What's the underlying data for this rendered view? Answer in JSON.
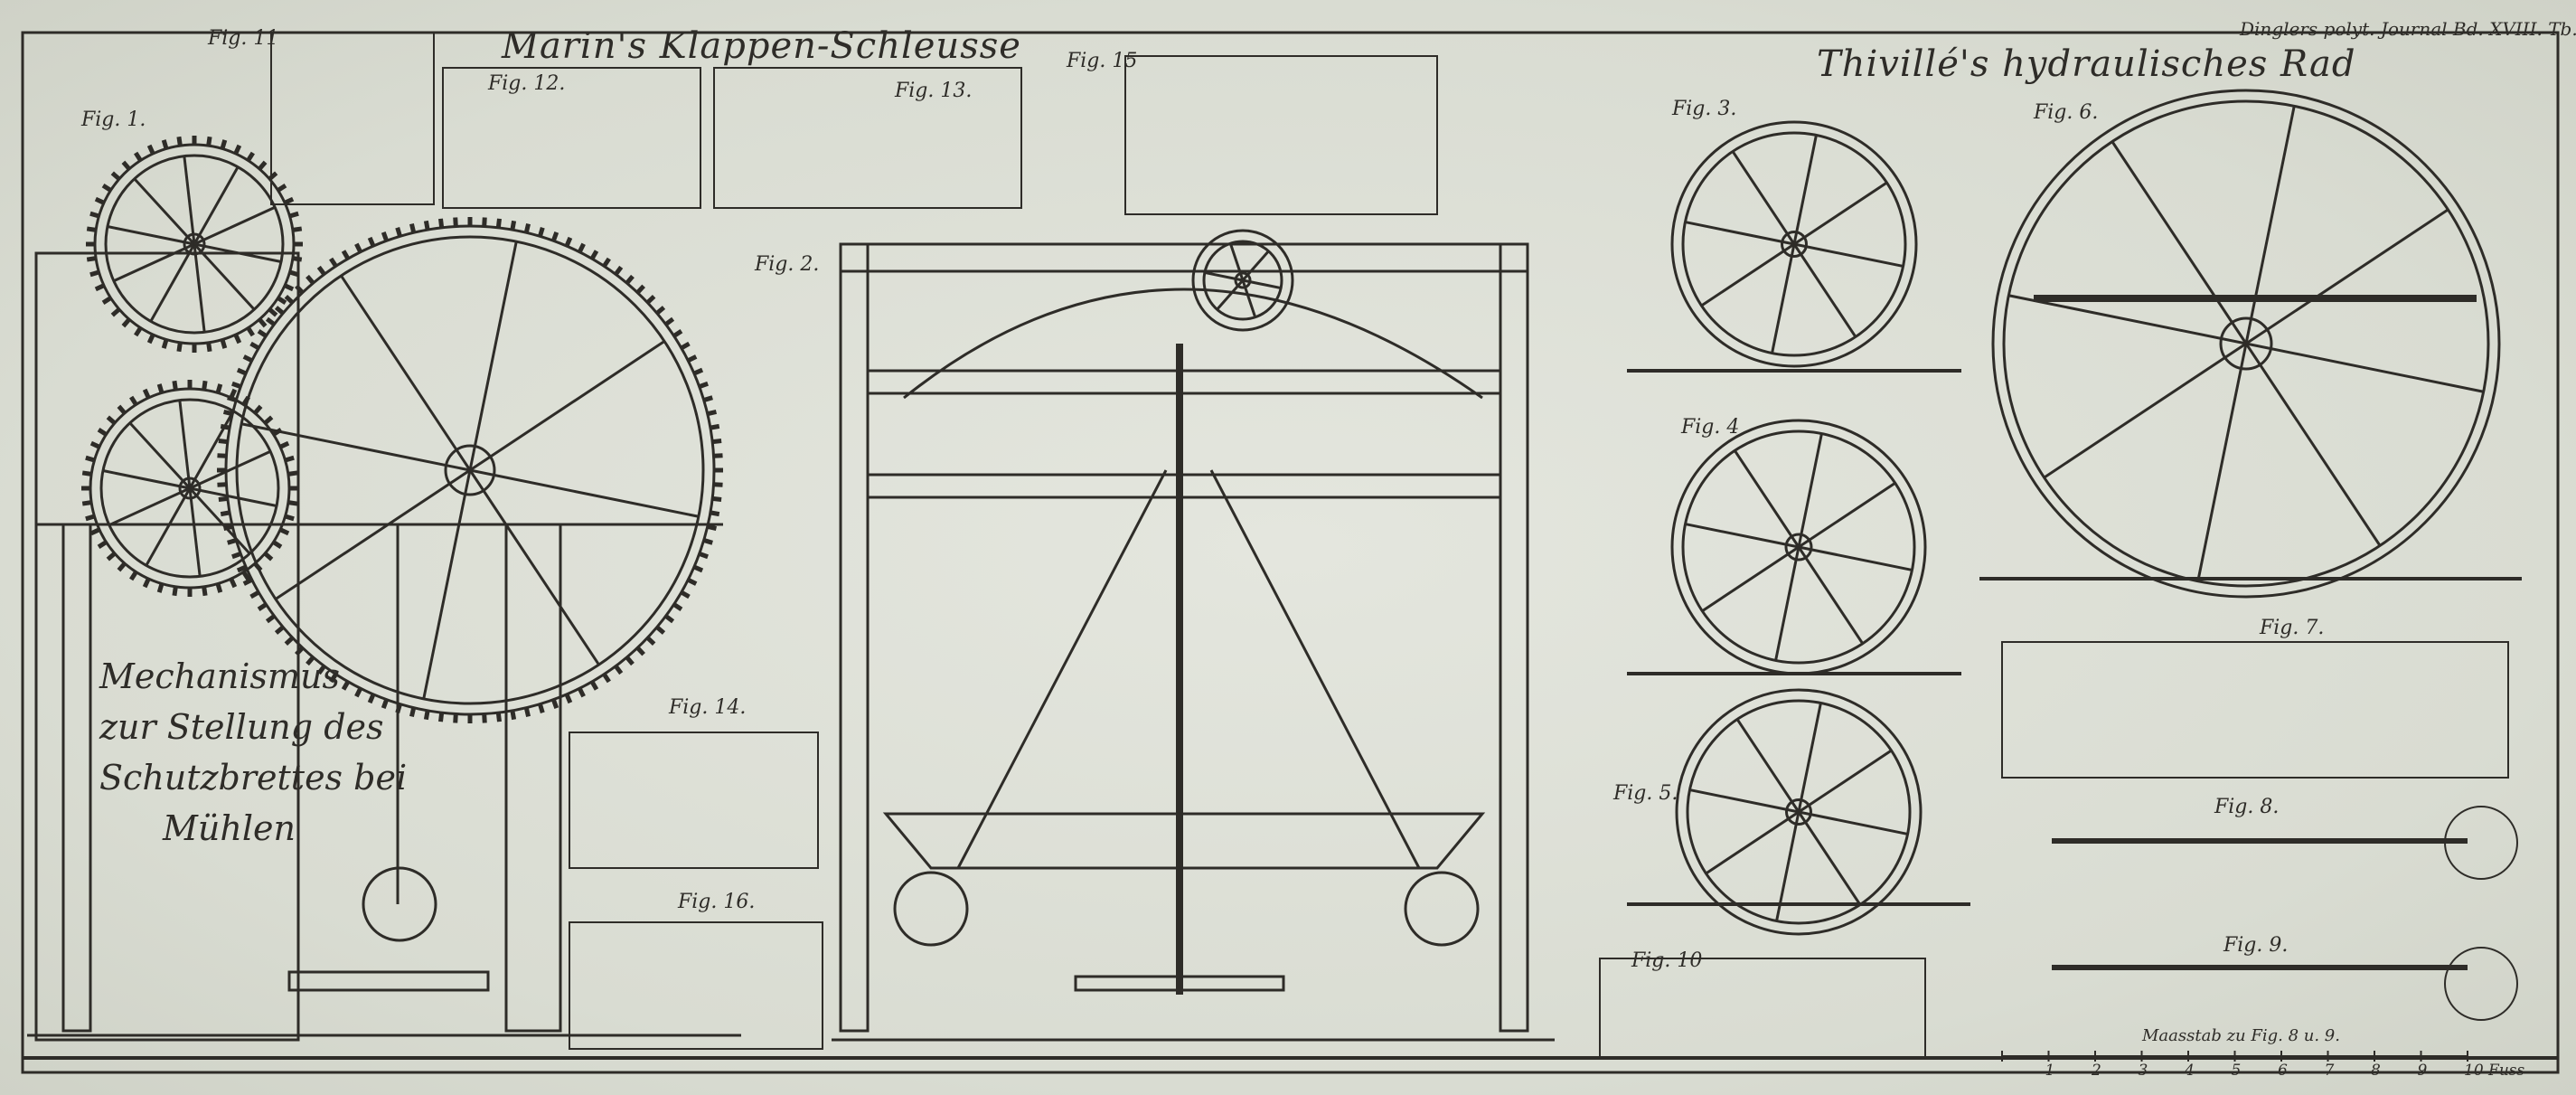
{
  "header": "Dinglers polyt. Journal Bd. XVIII. Tb. IX.",
  "titles": {
    "left": "Marin's Klappen-Schleusse",
    "right": "Thivillé's hydraulisches Rad"
  },
  "caption": [
    "Mechanismus",
    "zur Stellung des",
    "Schutzbrettes bei",
    "Mühlen"
  ],
  "figures": [
    "Fig. 1.",
    "Fig. 11",
    "Fig. 12.",
    "Fig. 13.",
    "Fig. 15",
    "Fig. 2.",
    "Fig. 14.",
    "Fig. 16.",
    "Fig. 3.",
    "Fig. 6.",
    "Fig. 4",
    "Fig. 7.",
    "Fig. 5.",
    "Fig. 8.",
    "Fig. 9.",
    "Fig. 10"
  ],
  "scale": {
    "label": "Maasstab zu Fig. 8 u. 9.",
    "ticks": [
      "1",
      "2",
      "3",
      "4",
      "5",
      "6",
      "7",
      "8",
      "9",
      "10 Fuss"
    ]
  },
  "colors": {
    "ink": "#2e2c28",
    "paper": "#dcdfd6"
  }
}
